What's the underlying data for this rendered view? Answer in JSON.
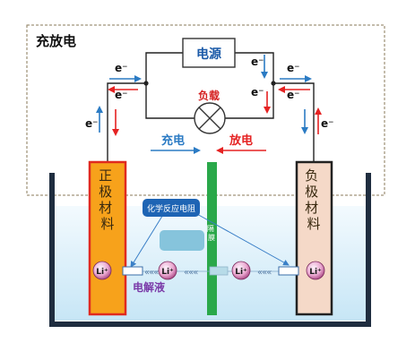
{
  "title": "充放电",
  "power_source": "电源",
  "load": "负载",
  "electron": "e⁻",
  "charge": "充电",
  "discharge": "放电",
  "positive_electrode": "正极材料",
  "negative_electrode": "负极材料",
  "separator": "隔膜",
  "reaction_resistance": "化学反应电阻",
  "electrolyte": "电解液",
  "lithium_ion": "Li⁺",
  "colors": {
    "positive": "#f7a21b",
    "negative": "#f5d9c8",
    "separator": "#2aa84a",
    "electrolyte": "#d6eef9",
    "charge_arrow": "#2b7bc4",
    "discharge_arrow": "#e52222",
    "ion_sphere": "#e58cc0"
  }
}
